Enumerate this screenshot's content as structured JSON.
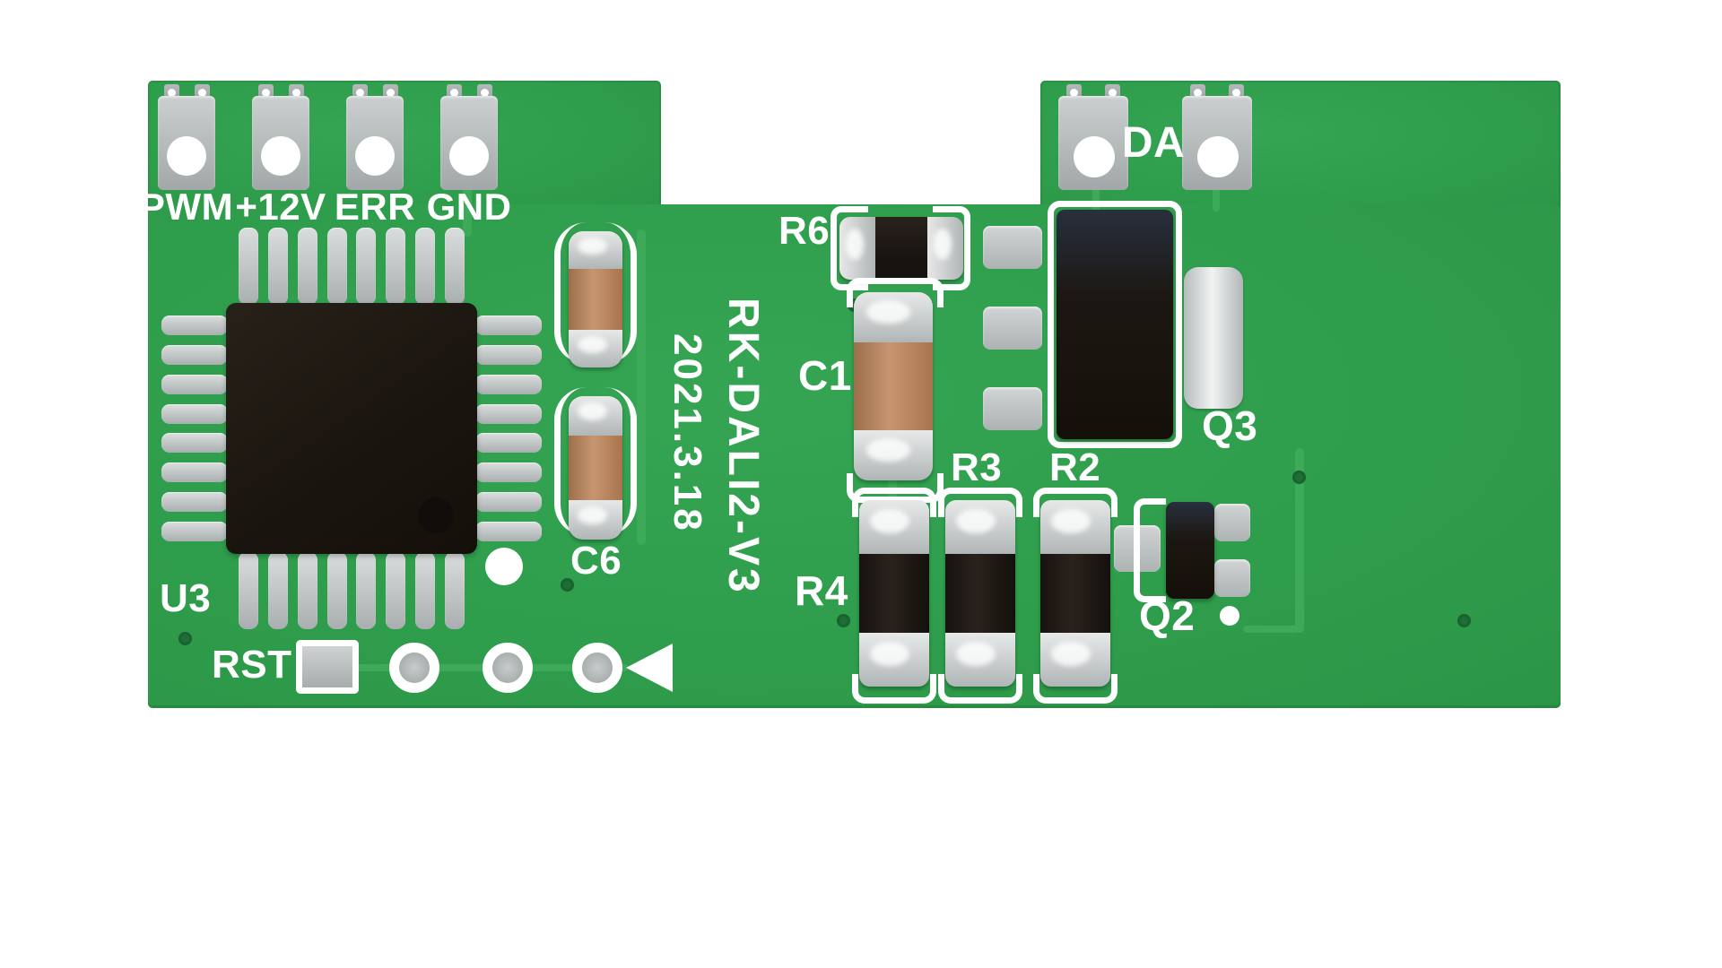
{
  "board": {
    "silkscreen_title": "RK-DALI2-V3",
    "silkscreen_date": "2021.3.18",
    "connector_labels": [
      "PWM",
      "+12V",
      "ERR",
      "GND"
    ],
    "da_label": "DA",
    "component_labels": {
      "u3": "U3",
      "c6": "C6",
      "rst": "RST",
      "r6": "R6",
      "c1": "C1",
      "q3": "Q3",
      "r3": "R3",
      "r2": "R2",
      "r4": "R4",
      "q2": "Q2"
    },
    "colors": {
      "board_green": "#2f9e4c",
      "trace_green": "#3dab59",
      "silkscreen_white": "#ffffff",
      "pad_metal": "#c2c6c7",
      "component_black": "#1b150f",
      "melf_tan": "#b5825a"
    }
  }
}
